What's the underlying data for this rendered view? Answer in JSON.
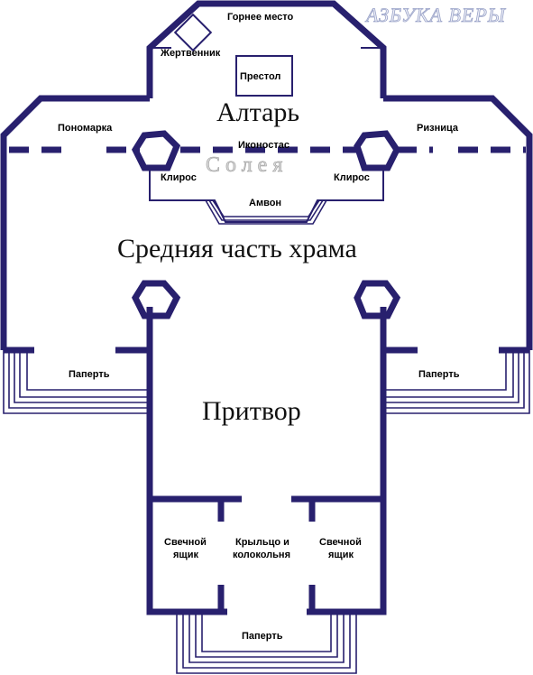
{
  "logo": "АЗБУКА ВЕРЫ",
  "labels": {
    "gornee_mesto": "Горнее место",
    "zhertvennik": "Жертвенник",
    "prestol": "Престол",
    "altar": "Алтарь",
    "ponomarka": "Пономарка",
    "riznitsa": "Ризница",
    "ikonostas": "Иконостас",
    "solea": "Солея",
    "kliros_left": "Клирос",
    "kliros_right": "Клирос",
    "ambon": "Амвон",
    "srednyaya": "Средняя часть храма",
    "paperth_left": "Паперть",
    "paperth_right": "Паперть",
    "pritvor": "Притвор",
    "svechnoy_left_1": "Свечной",
    "svechnoy_left_2": "ящик",
    "krylco_1": "Крыльцо и",
    "krylco_2": "колокольня",
    "svechnoy_right_1": "Свечной",
    "svechnoy_right_2": "ящик",
    "paperth_bottom": "Паперть"
  },
  "colors": {
    "wall": "#28206e"
  }
}
